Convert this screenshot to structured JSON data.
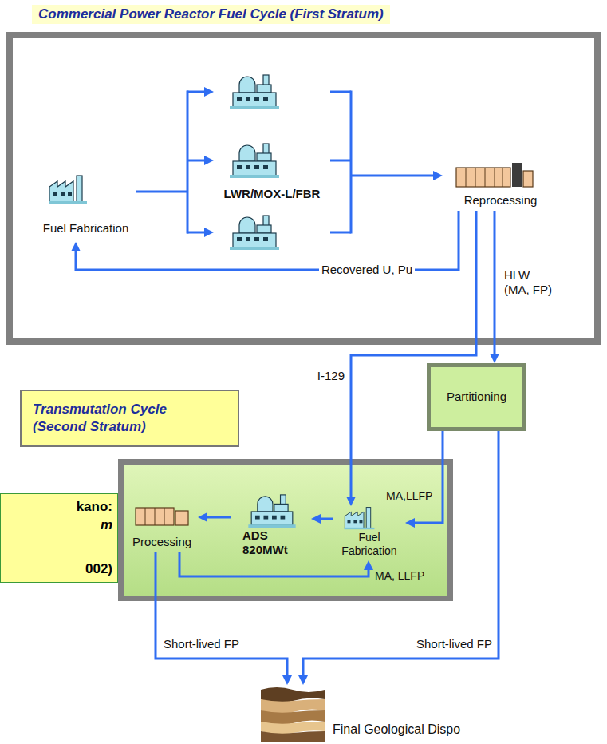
{
  "diagram": {
    "nodes": [
      {
        "text": [
          "Commercial Power Reactor Fuel Cycle (First Stratum)"
        ]
      },
      {
        "text": [
          "Fuel Fabrication"
        ],
        "in": 0
      },
      {
        "text": [
          "LWR/MOX-L/FBR"
        ],
        "in": 0
      },
      {
        "text": [
          "Reprocessing"
        ],
        "in": 0
      },
      {
        "text": [
          "Partitioning"
        ]
      },
      {
        "text": [
          "Transmutation Cycle (Second Stratum)"
        ]
      },
      {
        "text": [
          "Processing"
        ],
        "in": 5
      },
      {
        "text": [
          "ADS 820MWt"
        ],
        "in": 5
      },
      {
        "text": [
          "Fuel Fabrication"
        ],
        "in": 5
      },
      {
        "text": [
          "kano:",
          "m",
          "002)"
        ]
      },
      {
        "text": [
          "Final Geological Dispo"
        ]
      }
    ],
    "edges": [
      {
        "from": 1,
        "to": 2,
        "arrow": "to"
      },
      {
        "from": 2,
        "to": 3,
        "arrow": "to"
      },
      {
        "from": 3,
        "to": 1,
        "label": "Recovered U, Pu",
        "arrow": "to"
      },
      {
        "from": 3,
        "to": 8,
        "label": "I-129",
        "arrow": "to"
      },
      {
        "from": 3,
        "to": 4,
        "label": "HLW (MA, FP)",
        "arrow": "to"
      },
      {
        "from": 4,
        "to": 8,
        "label": "MA,LLFP",
        "arrow": "to"
      },
      {
        "from": 8,
        "to": 7,
        "arrow": "to"
      },
      {
        "from": 7,
        "to": 6,
        "arrow": "to"
      },
      {
        "from": 6,
        "to": 8,
        "label": "MA, LLFP",
        "arrow": "to"
      },
      {
        "from": 6,
        "to": 10,
        "label": "Short-lived FP",
        "arrow": "to"
      },
      {
        "from": 4,
        "to": 10,
        "label": "Short-lived FP",
        "arrow": "to"
      }
    ]
  }
}
